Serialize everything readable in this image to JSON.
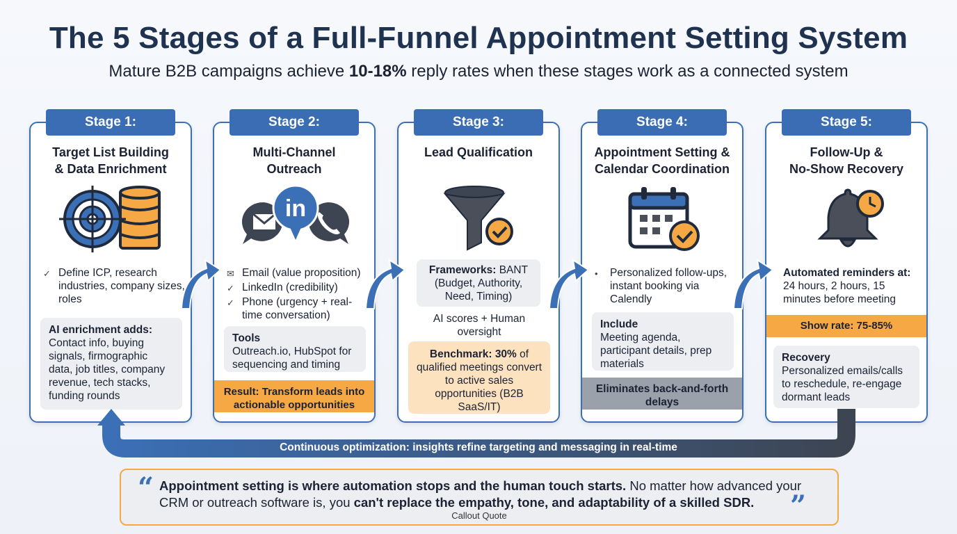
{
  "header": {
    "title": "The 5 Stages of a Full-Funnel Appointment Setting System",
    "subtitle_pre": "Mature B2B campaigns achieve ",
    "subtitle_bold": "10-18%",
    "subtitle_post": " reply rates when these stages work as a connected system"
  },
  "stages": [
    {
      "tab": "Stage 1:",
      "title_l1": "Target List Building",
      "title_l2": "& Data Enrichment",
      "icon": "target-database-icon",
      "bullet_1": "Define ICP, research industries, company sizes, roles",
      "box_heading": "AI enrichment adds:",
      "box_text": "Contact info, buying signals, firmographic data, job titles, company revenue, tech stacks, funding rounds"
    },
    {
      "tab": "Stage 2:",
      "title_l1": "Multi-Channel",
      "title_l2": "Outreach",
      "icon": "multichannel-icon",
      "bullet_1": "Email (value proposition)",
      "bullet_2": "LinkedIn (credibility)",
      "bullet_3": "Phone (urgency + real-time conversation)",
      "linkedin_glyph": "in",
      "box_heading": "Tools",
      "box_text": "Outreach.io, HubSpot for sequencing and timing",
      "result": "Result: Transform leads into actionable opportunities"
    },
    {
      "tab": "Stage 3:",
      "title_l1": "Lead Qualification",
      "icon": "funnel-check-icon",
      "framework_bold": "Frameworks:",
      "framework_text": " BANT (Budget, Authority, Need, Timing)",
      "ai_text": "AI scores + Human oversight",
      "benchmark_bold": "Benchmark: 30%",
      "benchmark_text": " of qualified meetings convert to active sales opportunities (B2B SaaS/IT)"
    },
    {
      "tab": "Stage 4:",
      "title_l1": "Appointment Setting &",
      "title_l2": "Calendar Coordination",
      "icon": "calendar-check-icon",
      "bullet_1": "Personalized follow-ups, instant booking via Calendly",
      "box_heading": "Include",
      "box_text": "Meeting agenda, participant details, prep materials",
      "result": "Eliminates back-and-forth delays"
    },
    {
      "tab": "Stage 5:",
      "title_l1": "Follow-Up &",
      "title_l2": "No-Show Recovery",
      "icon": "bell-clock-icon",
      "reminder_heading": "Automated reminders at:",
      "reminder_text": "24 hours, 2 hours, 15 minutes before meeting",
      "show_rate": "Show rate: 75-85%",
      "box_heading": "Recovery",
      "box_text": "Personalized emails/calls to reschedule, re-engage dormant leads"
    }
  ],
  "loop": {
    "text": "Continuous optimization: insights refine targeting and messaging in real-time"
  },
  "quote": {
    "bold_1": "Appointment setting is where automation stops and the human touch starts.",
    "text_1": " No matter how advanced your CRM or outreach software is, you ",
    "bold_2": "can't replace the empathy, tone, and adaptability of a skilled SDR.",
    "caption": "Callout Quote",
    "open_mark": "“",
    "close_mark": "”"
  },
  "colors": {
    "primary_blue": "#3a6db3",
    "navy": "#1f3350",
    "orange": "#f5a844",
    "peach": "#fde2c0",
    "dark_gray": "#4a4f59"
  }
}
